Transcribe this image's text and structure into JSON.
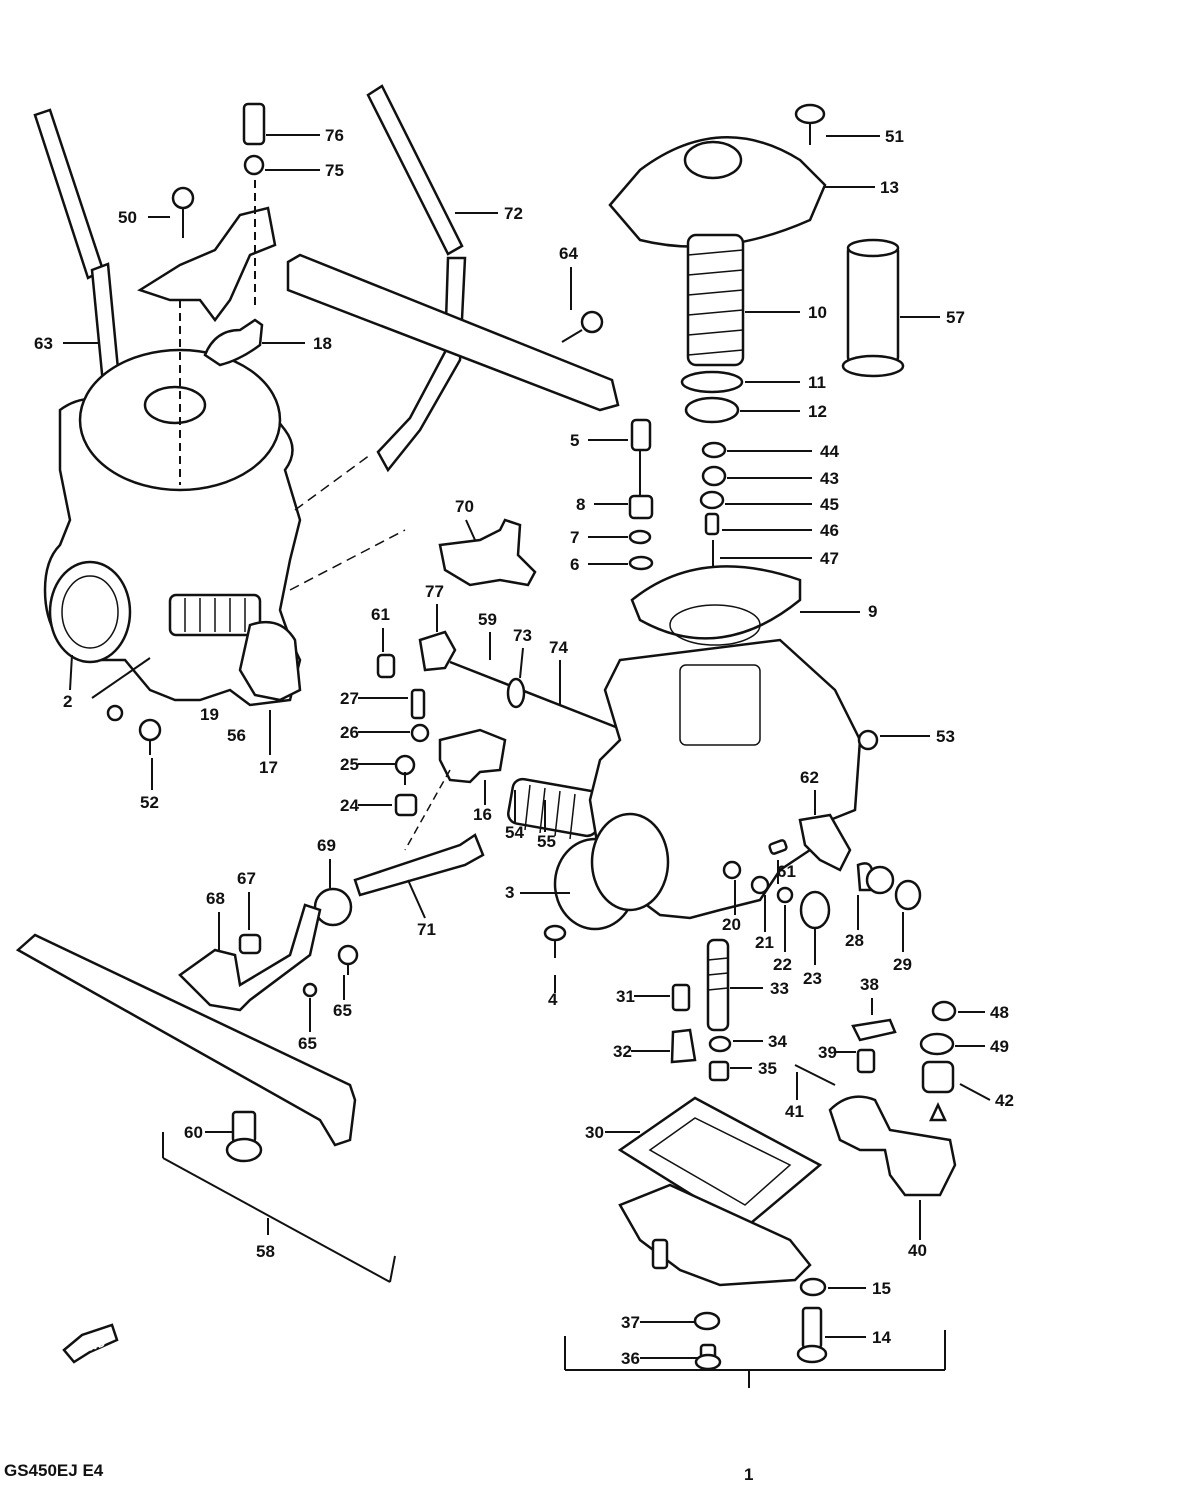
{
  "diagram": {
    "model_code": "GS450EJ E4",
    "front_marker": "FWD",
    "part_labels": [
      "1",
      "2",
      "3",
      "4",
      "5",
      "6",
      "7",
      "8",
      "9",
      "10",
      "11",
      "12",
      "13",
      "14",
      "15",
      "16",
      "17",
      "18",
      "19",
      "20",
      "21",
      "22",
      "23",
      "24",
      "25",
      "26",
      "27",
      "28",
      "29",
      "30",
      "31",
      "32",
      "33",
      "34",
      "35",
      "36",
      "37",
      "38",
      "39",
      "40",
      "41",
      "42",
      "43",
      "44",
      "45",
      "46",
      "47",
      "48",
      "49",
      "50",
      "51",
      "52",
      "53",
      "54",
      "55",
      "56",
      "57",
      "58",
      "59",
      "60",
      "61",
      "61",
      "62",
      "63",
      "64",
      "65",
      "65",
      "67",
      "68",
      "69",
      "70",
      "71",
      "72",
      "73",
      "74",
      "75",
      "76",
      "77"
    ]
  }
}
